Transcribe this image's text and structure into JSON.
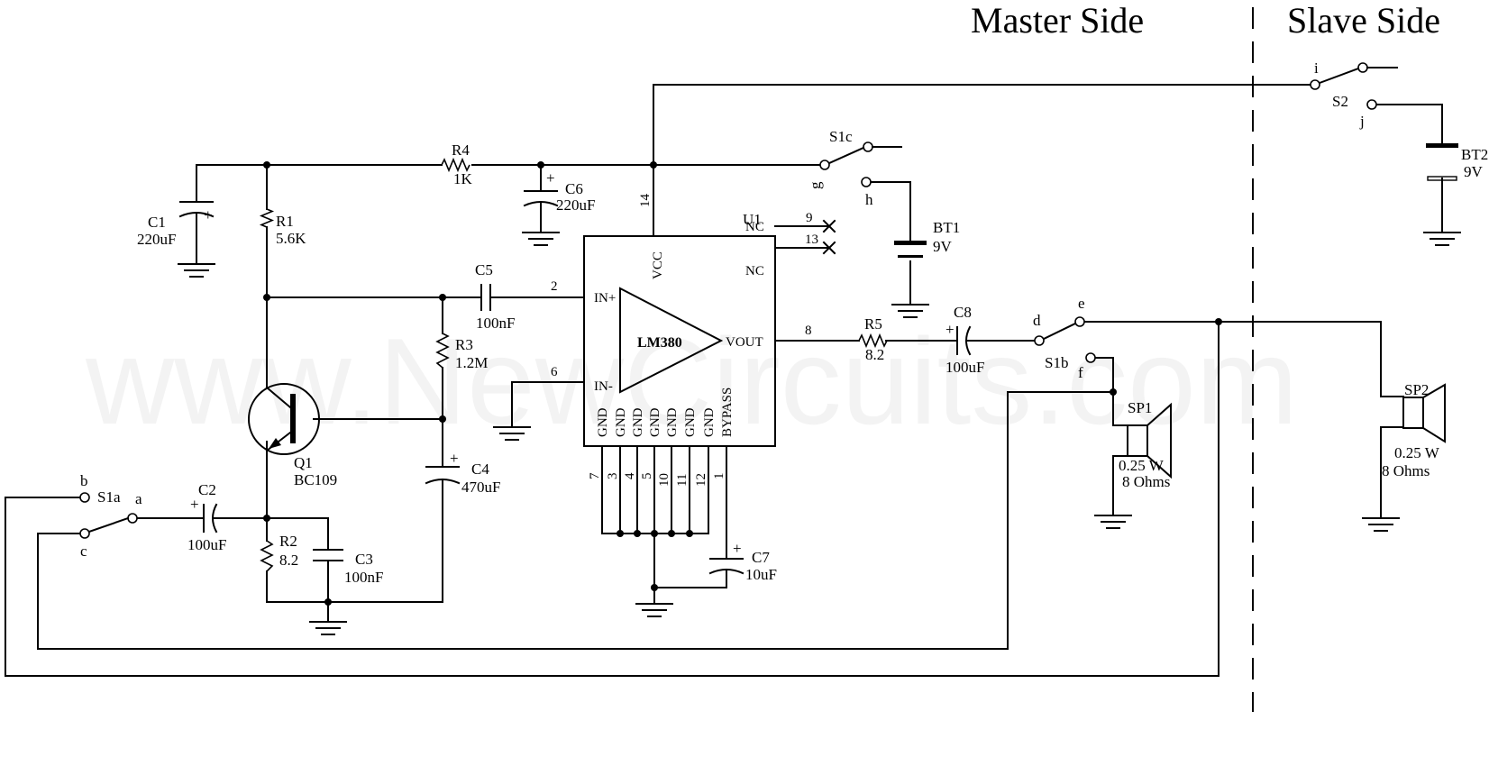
{
  "headings": {
    "master": "Master Side",
    "slave": "Slave Side"
  },
  "watermark": "www.NewCircuits.com",
  "components": {
    "R1": {
      "ref": "R1",
      "value": "5.6K"
    },
    "R2": {
      "ref": "R2",
      "value": "8.2"
    },
    "R3": {
      "ref": "R3",
      "value": "1.2M"
    },
    "R4": {
      "ref": "R4",
      "value": "1K"
    },
    "R5": {
      "ref": "R5",
      "value": "8.2"
    },
    "C1": {
      "ref": "C1",
      "value": "220uF"
    },
    "C2": {
      "ref": "C2",
      "value": "100uF"
    },
    "C3": {
      "ref": "C3",
      "value": "100nF"
    },
    "C4": {
      "ref": "C4",
      "value": "470uF"
    },
    "C5": {
      "ref": "C5",
      "value": "100nF"
    },
    "C6": {
      "ref": "C6",
      "value": "220uF"
    },
    "C7": {
      "ref": "C7",
      "value": "10uF"
    },
    "C8": {
      "ref": "C8",
      "value": "100uF"
    },
    "Q1": {
      "ref": "Q1",
      "value": "BC109"
    },
    "BT1": {
      "ref": "BT1",
      "value": "9V"
    },
    "BT2": {
      "ref": "BT2",
      "value": "9V"
    },
    "SP1": {
      "ref": "SP1",
      "power": "0.25 W",
      "impedance": "8 Ohms"
    },
    "SP2": {
      "ref": "SP2",
      "power": "0.25 W",
      "impedance": "8 Ohms"
    },
    "U1": {
      "ref": "U1",
      "chip": "LM380",
      "pins": {
        "vcc": "VCC",
        "in_plus": "IN+",
        "in_minus": "IN-",
        "vout": "VOUT",
        "nc": "NC",
        "gnd": "GND",
        "bypass": "BYPASS"
      },
      "pin_numbers": {
        "vcc": "14",
        "in_plus": "2",
        "in_minus": "6",
        "vout": "8",
        "nc_a": "9",
        "nc_b": "13",
        "gnd": [
          "7",
          "3",
          "4",
          "5",
          "10",
          "11",
          "12"
        ],
        "bypass": "1"
      }
    }
  },
  "switches": {
    "S1a": "S1a",
    "S1b": "S1b",
    "S1c": "S1c",
    "S2": "S2"
  },
  "nodes": {
    "a": "a",
    "b": "b",
    "c": "c",
    "d": "d",
    "e": "e",
    "f": "f",
    "g": "g",
    "h": "h",
    "i": "i",
    "j": "j"
  },
  "polarity": "+"
}
